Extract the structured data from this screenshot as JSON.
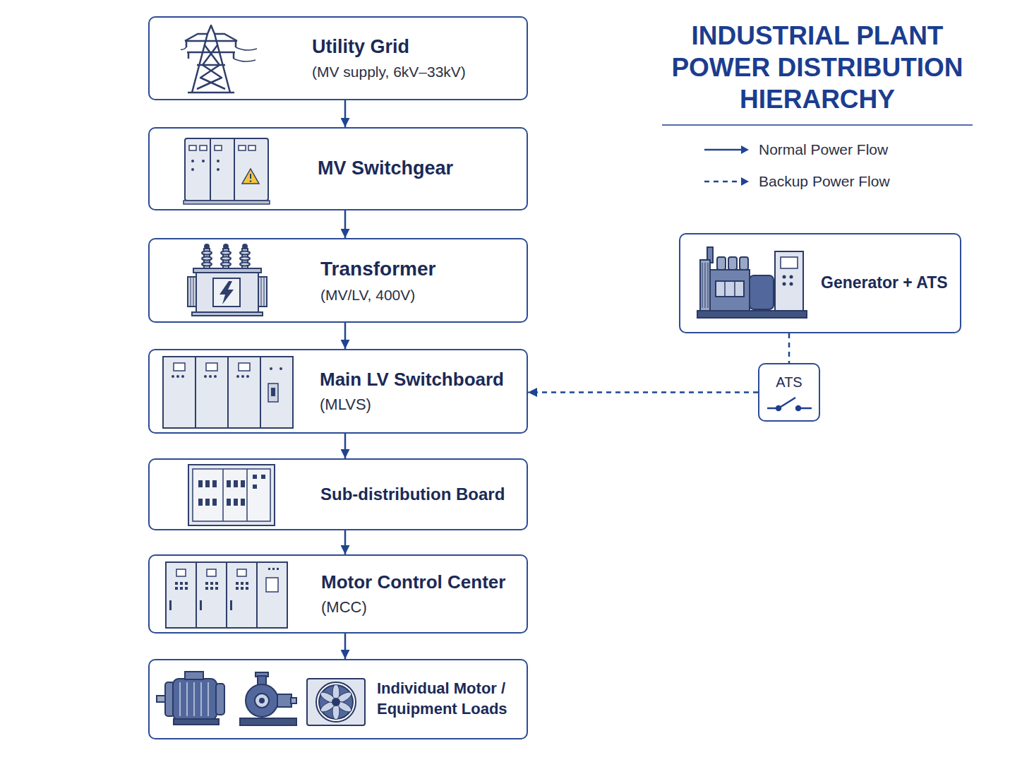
{
  "diagram": {
    "title": "INDUSTRIAL PLANT POWER DISTRIBUTION HIERARCHY",
    "nodes": [
      {
        "text": [
          "Utility Grid",
          "(MV supply, 6kV–33kV)"
        ]
      },
      {
        "text": [
          "MV Switchgear"
        ]
      },
      {
        "text": [
          "Transformer",
          "(MV/LV, 400V)"
        ]
      },
      {
        "text": [
          "Main LV Switchboard",
          "(MLVS)"
        ]
      },
      {
        "text": [
          "Sub-distribution Board"
        ]
      },
      {
        "text": [
          "Motor Control Center",
          "(MCC)"
        ]
      },
      {
        "text": [
          "Individual Motor / Equipment Loads"
        ]
      },
      {
        "text": [
          "Generator + ATS"
        ]
      },
      {
        "text": [
          "ATS"
        ]
      }
    ],
    "edges": [
      {
        "from": 0,
        "to": 1,
        "arrow": "to"
      },
      {
        "from": 1,
        "to": 2,
        "arrow": "to"
      },
      {
        "from": 2,
        "to": 3,
        "arrow": "to"
      },
      {
        "from": 3,
        "to": 4,
        "arrow": "to"
      },
      {
        "from": 4,
        "to": 5,
        "arrow": "to"
      },
      {
        "from": 5,
        "to": 6,
        "arrow": "to"
      },
      {
        "from": 7,
        "to": 8,
        "arrow": "none"
      },
      {
        "from": 8,
        "to": 3,
        "arrow": "to"
      }
    ],
    "legend": [
      {
        "text": "Normal Power Flow"
      },
      {
        "text": "Backup Power Flow"
      }
    ]
  }
}
